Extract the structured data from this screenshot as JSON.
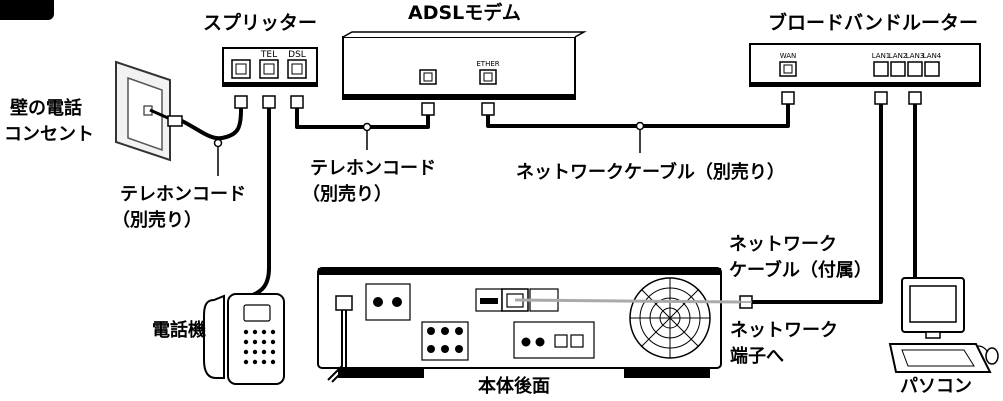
{
  "labels": {
    "splitter": "スプリッター",
    "adsl_modem": "ADSLモデム",
    "router": "ブロードバンドルーター",
    "wall_outlet_line1": "壁の電話",
    "wall_outlet_line2": "コンセント",
    "telcord_left_line1": "テレホンコード",
    "telcord_left_line2": "（別売り）",
    "telcord_mid_line1": "テレホンコード",
    "telcord_mid_line2": "（別売り）",
    "network_cable_sold": "ネットワークケーブル（別売り）",
    "network_cable_incl_line1": "ネットワーク",
    "network_cable_incl_line2": "ケーブル（付属）",
    "network_port_line1": "ネットワーク",
    "network_port_line2": "端子へ",
    "telephone": "電話機",
    "main_unit_rear": "本体後面",
    "pc": "パソコン"
  },
  "ports": {
    "splitter": [
      "TEL",
      "DSL"
    ],
    "modem": "ETHER",
    "router_wan": "WAN",
    "router_lan": [
      "LAN1",
      "LAN2",
      "LAN3",
      "LAN4"
    ]
  }
}
